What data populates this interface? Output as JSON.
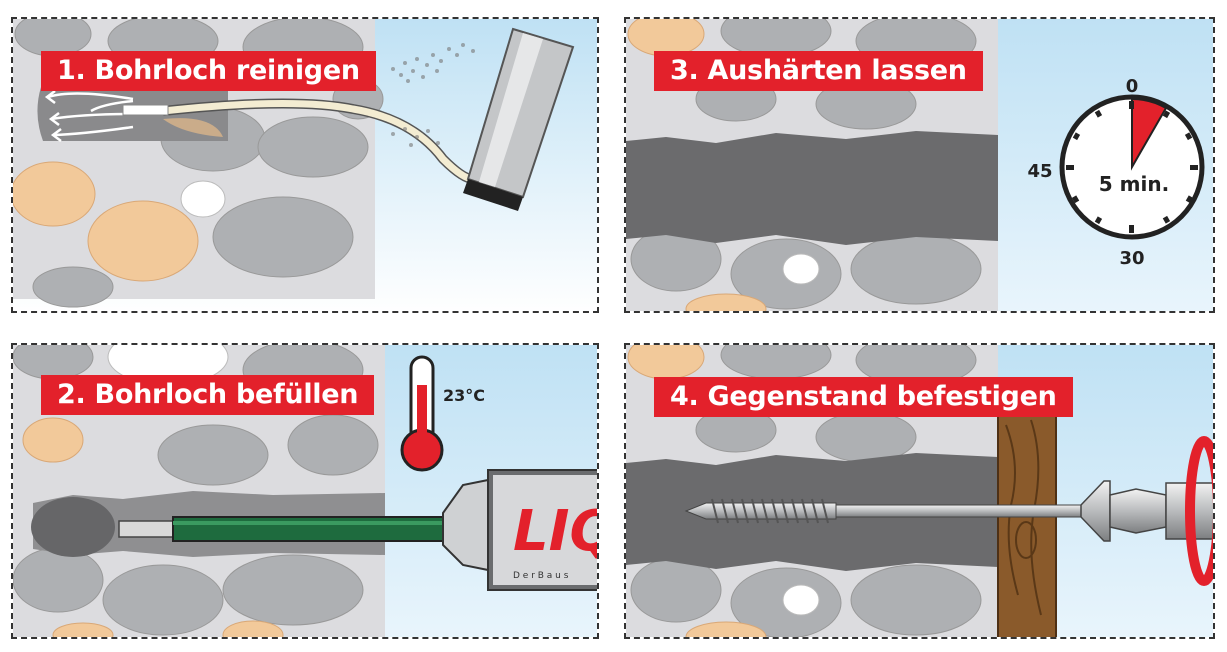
{
  "steps": [
    {
      "title": "1. Bohrloch reinigen"
    },
    {
      "title": "2. Bohrloch befüllen"
    },
    {
      "title": "3. Aushärten lassen"
    },
    {
      "title": "4. Gegenstand befestigen"
    }
  ],
  "thermometer": {
    "temperature": "23°C"
  },
  "timer": {
    "label": "5 min.",
    "tick_top": "0",
    "tick_left": "45",
    "tick_bottom": "30"
  },
  "cartridge": {
    "brand_text": "LIQ",
    "tagline": "D e r  B a u s"
  },
  "colors": {
    "accent_red": "#e3212b",
    "sky": "#c6e4f5",
    "stone_light": "#dcdcdf",
    "stone_gray": "#aeb0b3",
    "stone_beige": "#f2c99a",
    "mortar": "#6b6b6d",
    "nozzle_green": "#1e6b3e",
    "wood": "#8a5a2b"
  },
  "icons": [
    "air-blower-icon",
    "thermometer-icon",
    "stopwatch-icon",
    "screw-icon",
    "screwdriver-icon"
  ]
}
